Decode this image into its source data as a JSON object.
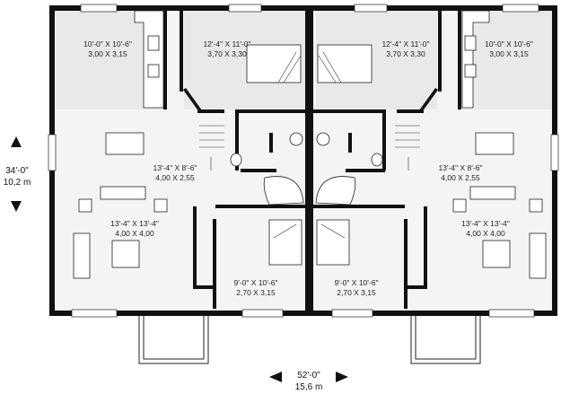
{
  "plan": {
    "units": [
      {
        "side": "left",
        "rooms": [
          {
            "key": "kitchen",
            "imperial": "10'-0\" X 10'-6\"",
            "metric": "3,00 X 3,15"
          },
          {
            "key": "bedroom1",
            "imperial": "12'-4\" X 11'-0\"",
            "metric": "3,70 X 3,30"
          },
          {
            "key": "dining",
            "imperial": "13'-4\" X 8'-6\"",
            "metric": "4,00 X 2,55"
          },
          {
            "key": "living",
            "imperial": "13'-4\" X 13'-4\"",
            "metric": "4,00 X 4,00"
          },
          {
            "key": "bedroom2",
            "imperial": "9'-0\" X 10'-6\"",
            "metric": "2,70 X 3,15"
          }
        ]
      },
      {
        "side": "right",
        "rooms": [
          {
            "key": "kitchen",
            "imperial": "10'-0\" X 10'-6\"",
            "metric": "3,00 X 3,15"
          },
          {
            "key": "bedroom1",
            "imperial": "12'-4\" X 11'-0\"",
            "metric": "3,70 X 3,30"
          },
          {
            "key": "dining",
            "imperial": "13'-4\" X 8'-6\"",
            "metric": "4,00 X 2,55"
          },
          {
            "key": "living",
            "imperial": "13'-4\" X 13'-4\"",
            "metric": "4,00 X 4,00"
          },
          {
            "key": "bedroom2",
            "imperial": "9'-0\" X 10'-6\"",
            "metric": "2,70 X 3,15"
          }
        ]
      }
    ],
    "overall": {
      "depth_imperial": "34'-0\"",
      "depth_metric": "10,2 m",
      "width_imperial": "52'-0\"",
      "width_metric": "15,6 m"
    }
  }
}
